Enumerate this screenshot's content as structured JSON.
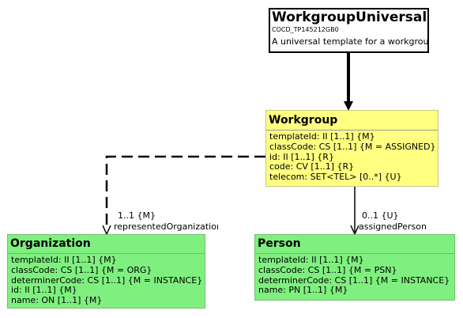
{
  "workgroup_universal": {
    "title": "WorkgroupUniversal",
    "code": "COCD_TP145212GB0",
    "description": "A universal template for a workgroup"
  },
  "workgroup": {
    "title": "Workgroup",
    "attributes": [
      "templateId:  II [1..1] {M}",
      "classCode:  CS [1..1] {M = ASSIGNED}",
      "id:  II [1..1] {R}",
      "code:  CV [1..1] {R}",
      "telecom:  SET<TEL> [0..*] {U}"
    ]
  },
  "organization": {
    "title": "Organization",
    "attributes": [
      "templateId:  II [1..1] {M}",
      "classCode:  CS [1..1] {M = ORG}",
      "determinerCode:  CS [1..1] {M = INSTANCE}",
      "id:  II [1..1] {M}",
      "name:  ON [1..1] {M}"
    ]
  },
  "person": {
    "title": "Person",
    "attributes": [
      "templateId:  II [1..1] {M}",
      "classCode:  CS [1..1] {M = PSN}",
      "determinerCode:  CS [1..1] {M = INSTANCE}",
      "name:  PN [1..1] {M}"
    ]
  },
  "links": {
    "organization_multiplicity": "1..1 {M}",
    "organization_role": "representedOrganization",
    "person_multiplicity": "0..1 {U}",
    "person_role": "assignedPerson"
  }
}
